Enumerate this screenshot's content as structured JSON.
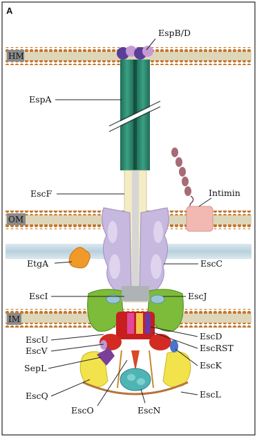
{
  "panel_label": "A",
  "membranes": {
    "hm": "HM",
    "om": "OM",
    "im": "IM"
  },
  "labels": {
    "espbd": "EspB/D",
    "espa": "EspA",
    "escf": "EscF",
    "intimin": "Intimin",
    "escc": "EscC",
    "etga": "EtgA",
    "esci": "EscI",
    "escj": "EscJ",
    "escu": "EscU",
    "escv": "EscV",
    "escd": "EscD",
    "escrst": "EscRST",
    "sepl": "SepL",
    "esck": "EscK",
    "escq": "EscQ",
    "escl": "EscL",
    "esco": "EscO",
    "escn": "EscN"
  },
  "colors": {
    "membrane_head": "#c4782e",
    "membrane_band": "#d9d2b2",
    "periplasm": "#c9dbe6",
    "espa": "#2e8c70",
    "escf": "#f4ecc4",
    "escc": "#c6b8de",
    "escj": "#7dbb3a",
    "escv": "#d32a22",
    "escq": "#f2e34c",
    "escn": "#4fb4b4",
    "intimin": "#f2b9b2",
    "etga": "#f09a2a",
    "espbd": "#6b4fa6"
  }
}
